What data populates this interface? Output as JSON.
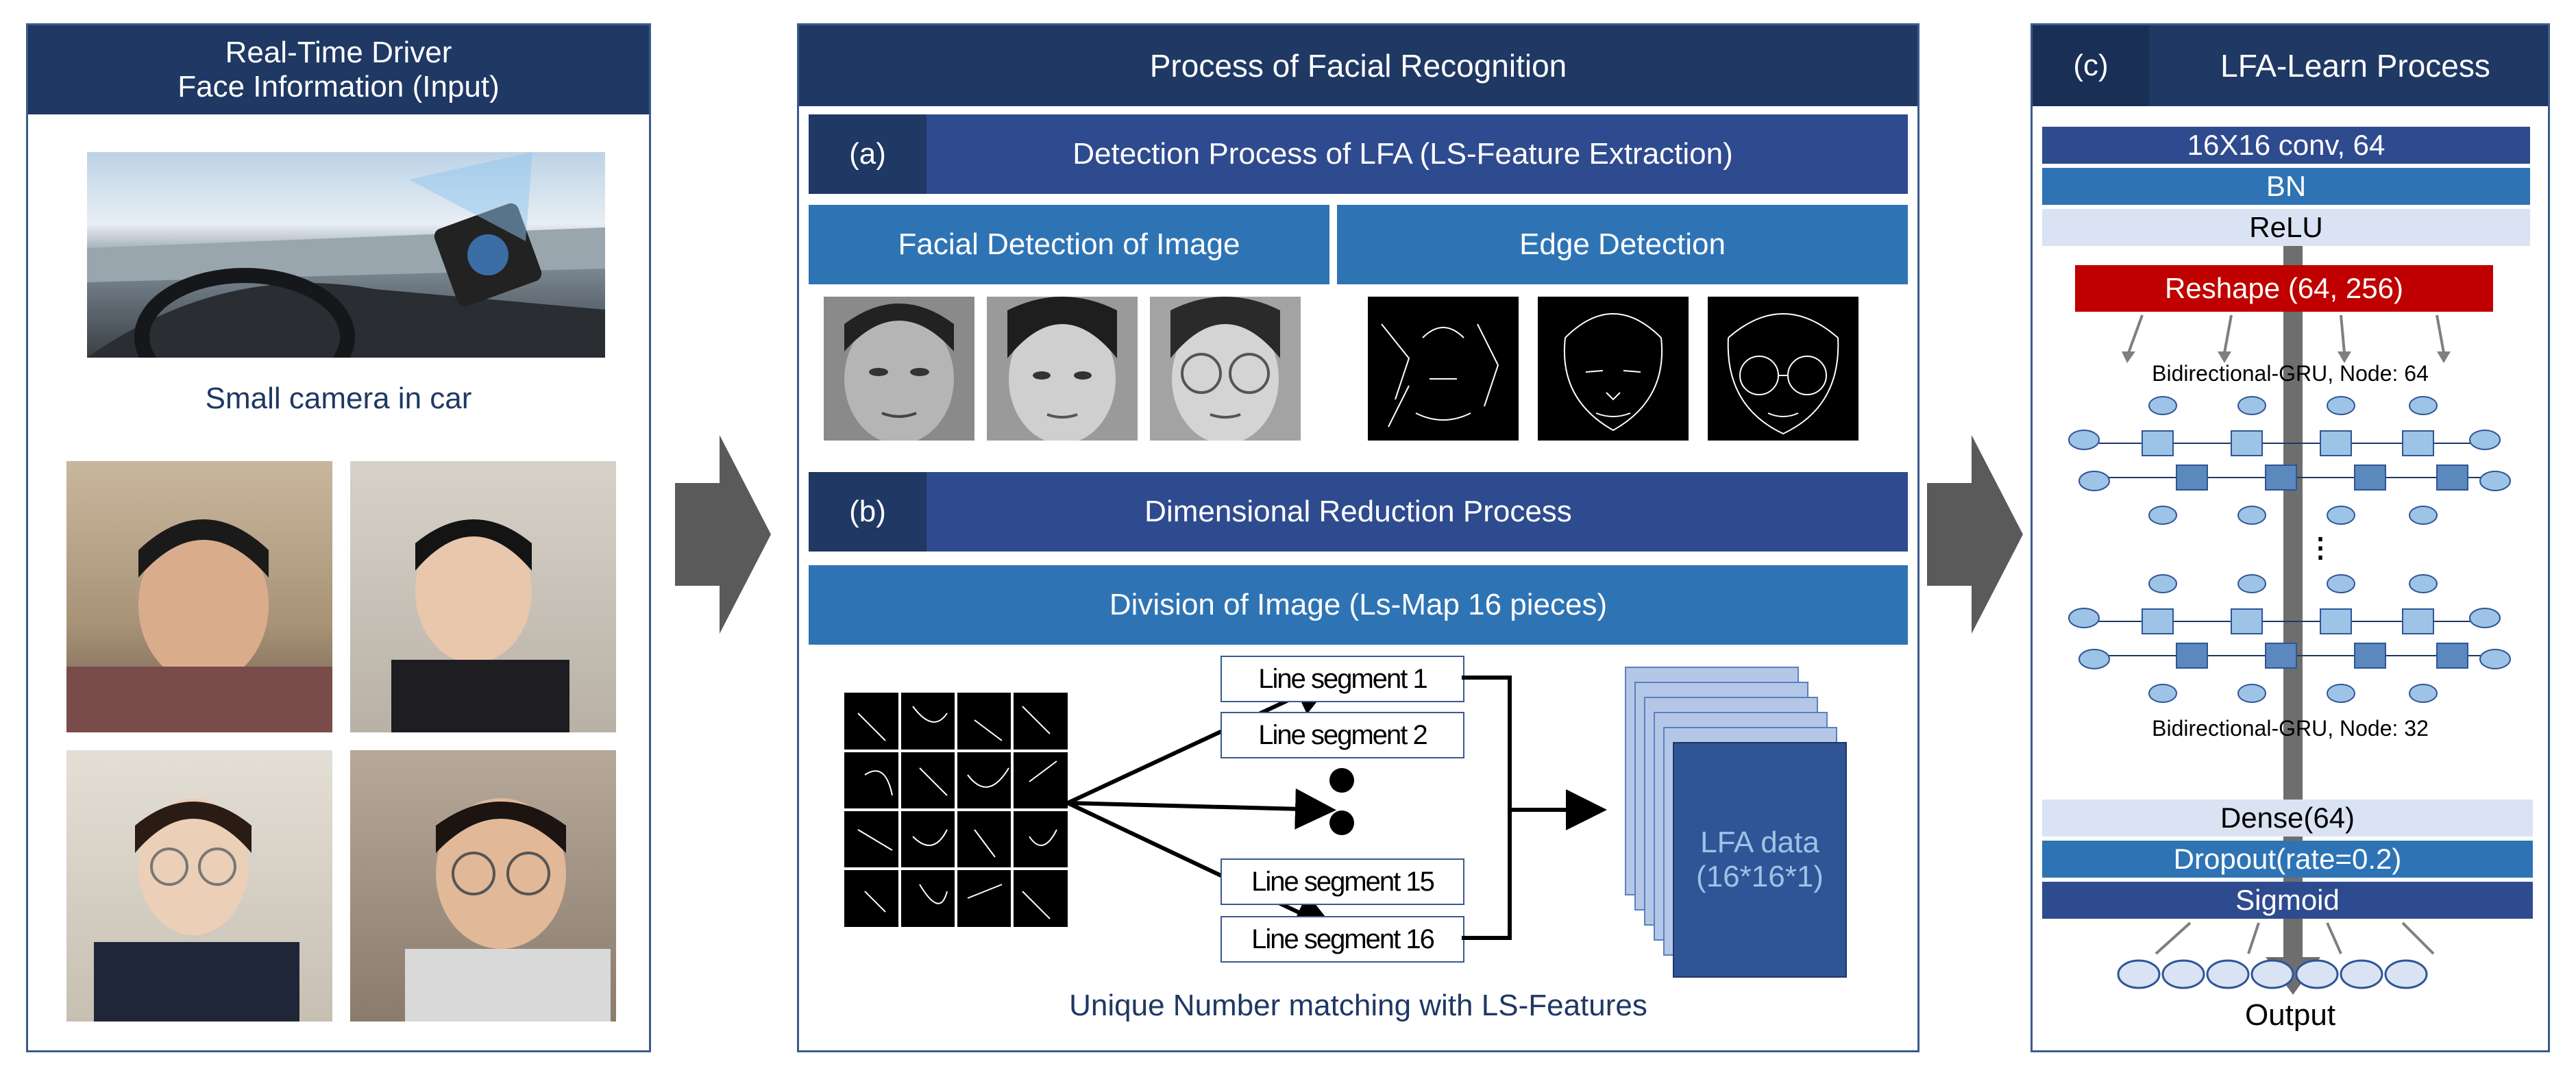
{
  "left_panel": {
    "title_line1": "Real-Time Driver",
    "title_line2": "Face Information (Input)",
    "camera_caption": "Small camera in car"
  },
  "middle_panel": {
    "title": "Process of Facial Recognition",
    "section_a": {
      "tag": "(a)",
      "title": "Detection Process of LFA (LS-Feature Extraction)"
    },
    "facial_detection_label": "Facial Detection of Image",
    "edge_detection_label": "Edge Detection",
    "section_b": {
      "tag": "(b)",
      "title": "Dimensional Reduction Process"
    },
    "division_label": "Division of Image (Ls-Map 16 pieces)",
    "segments": [
      "Line segment 1",
      "Line segment 2",
      "Line segment 15",
      "Line segment 16"
    ],
    "lfa_data_line1": "LFA data",
    "lfa_data_line2": "(16*16*1)",
    "caption": "Unique Number matching with LS-Features"
  },
  "right_panel": {
    "tag": "(c)",
    "title": "LFA-Learn Process",
    "layers": {
      "conv": "16X16 conv, 64",
      "bn": "BN",
      "relu": "ReLU",
      "reshape": "Reshape (64, 256)",
      "gru1": "Bidirectional-GRU, Node: 64",
      "gru2": "Bidirectional-GRU, Node: 32",
      "dense": "Dense(64)",
      "dropout": "Dropout(rate=0.2)",
      "sigmoid": "Sigmoid",
      "output": "Output"
    }
  },
  "colors": {
    "header_dark": "#1f3864",
    "bar_dark": "#2f4b8f",
    "bar_mid": "#2e74b5",
    "reshape_red": "#c00000",
    "light_layer": "#dae3f3",
    "arrow_gray": "#5a5a5a"
  }
}
